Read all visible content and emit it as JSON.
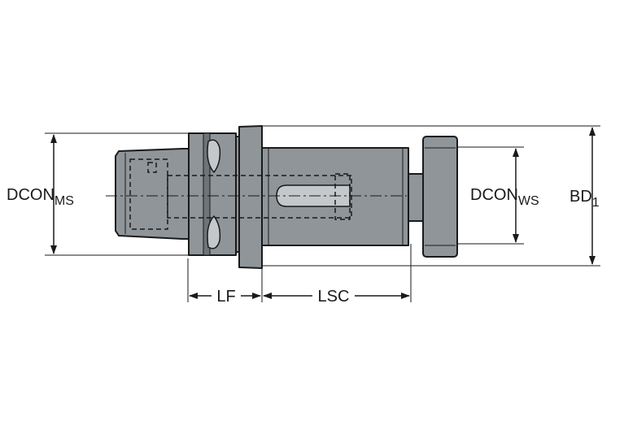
{
  "colors": {
    "body_fill": "#8f9599",
    "body_light": "#c4c8cb",
    "body_dark": "#6e7478",
    "outline": "#1a1a1a",
    "hidden_line": "#1a1a1a",
    "dimension_line": "#1a1a1a"
  },
  "labels": {
    "dcon_ms": {
      "main": "DCON",
      "sub": "MS"
    },
    "dcon_ws": {
      "main": "DCON",
      "sub": "WS"
    },
    "bd1": {
      "main": "BD",
      "sub": "1"
    },
    "lf": "LF",
    "lsc": "LSC"
  }
}
